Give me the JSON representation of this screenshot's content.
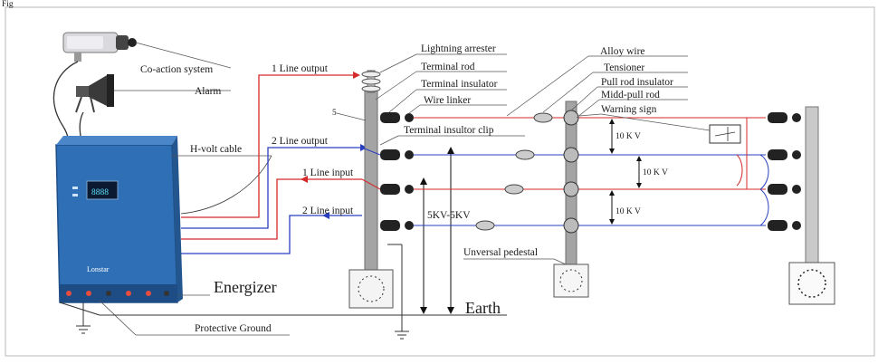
{
  "diagram": {
    "heading": "Fig",
    "labels": {
      "co_action_system": "Co-action system",
      "alarm": "Alarm",
      "h_volt_cable": "H-volt cable",
      "energizer": "Energizer",
      "protective_ground": "Protective Ground",
      "line1_output": "1 Line output",
      "line2_output": "2 Line output",
      "line1_input": "1 Line input",
      "line2_input": "2 Line  input",
      "lightning_arrester": "Lightning arrester",
      "terminal_rod": "Terminal rod",
      "terminal_insulator": "Terminal insulator",
      "wire_linker": "Wire linker",
      "terminal_insulator_clip": "Terminal insultor clip",
      "alloy_wire": "Alloy wire",
      "tensioner": "Tensioner",
      "pull_rod_insulator": "Pull rod insulator",
      "midd_pull_rod": "Midd-pull rod",
      "warning_sign": "Warning sign",
      "universal_pedestal": "Unversal pedestal",
      "voltage_range": "5KV-5KV",
      "kv_top": "10 K V",
      "kv_mid": "10 K V",
      "kv_bottom": "10 K V",
      "earth": "Earth",
      "pole_number": "5",
      "brand": "Lonstar",
      "display_value": "8888"
    },
    "colors": {
      "energizer_body": "#2f6fb6",
      "line_red": "#d42a2a",
      "line_blue": "#2a3fbf",
      "pole": "#9a9a9a"
    }
  }
}
